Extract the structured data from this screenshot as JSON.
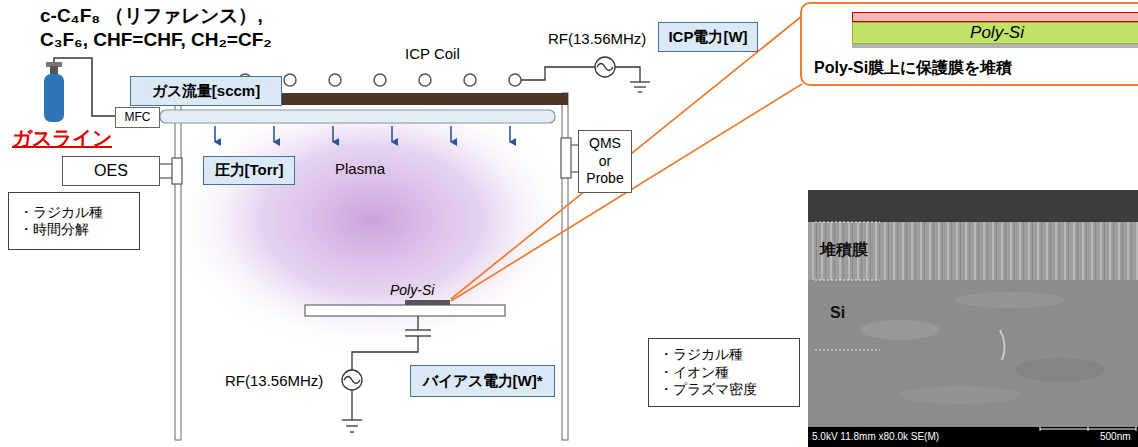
{
  "diagram": {
    "nodes": [
      {
        "text": [
          "ガス流量[sccm]"
        ]
      },
      {
        "text": [
          "ICP電力[W]"
        ]
      },
      {
        "text": [
          "Poly-Si膜上に保護膜を堆積"
        ]
      },
      {
        "text": [
          "Poly-Si"
        ],
        "in": 2
      },
      {
        "text": [
          "MFC"
        ]
      },
      {
        "text": [
          "OES"
        ]
      },
      {
        "text": [
          "圧力[Torr]"
        ]
      },
      {
        "text": [
          "QMS or Probe"
        ]
      },
      {
        "text": [
          "・ラジカル種",
          "・時間分解"
        ]
      },
      {
        "text": [
          "・ラジカル種",
          "・イオン種",
          "・プラズマ密度"
        ]
      },
      {
        "text": [
          "バイアス電力[W]*"
        ]
      }
    ],
    "labels": [
      "c-C₄F₈ （リファレンス）, C₃F₆, CHF=CHF, CH₂=CF₂",
      "RF(13.56MHz)",
      "ICP Coil",
      "ガスライン",
      "Plasma",
      "Poly-Si",
      "RF(13.56MHz)",
      "堆積膜",
      "Si",
      "5.0kV 11.8mm x80.0k SE(M)",
      "500nm"
    ]
  }
}
